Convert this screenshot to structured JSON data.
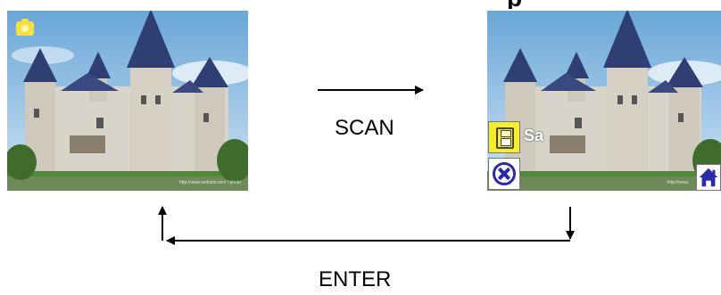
{
  "diagram": {
    "scan_label": "SCAN",
    "enter_label": "ENTER",
    "top_fragment": "p"
  },
  "left_preview": {
    "camera_icon": "camera-icon",
    "watermark": "http://www.website.com / photo"
  },
  "right_preview": {
    "save_label": "Sa",
    "save_icon": "floppy-disk-icon",
    "cancel_icon": "cancel-icon",
    "home_icon": "home-icon",
    "watermark": "http://www."
  },
  "colors": {
    "sky": "#7ab3e0",
    "castle": "#d9d4c9",
    "roof": "#2f3f73",
    "grass": "#4f8a3a",
    "save_yellow": "#f5ee30",
    "icon_blue": "#2a2aa8"
  }
}
